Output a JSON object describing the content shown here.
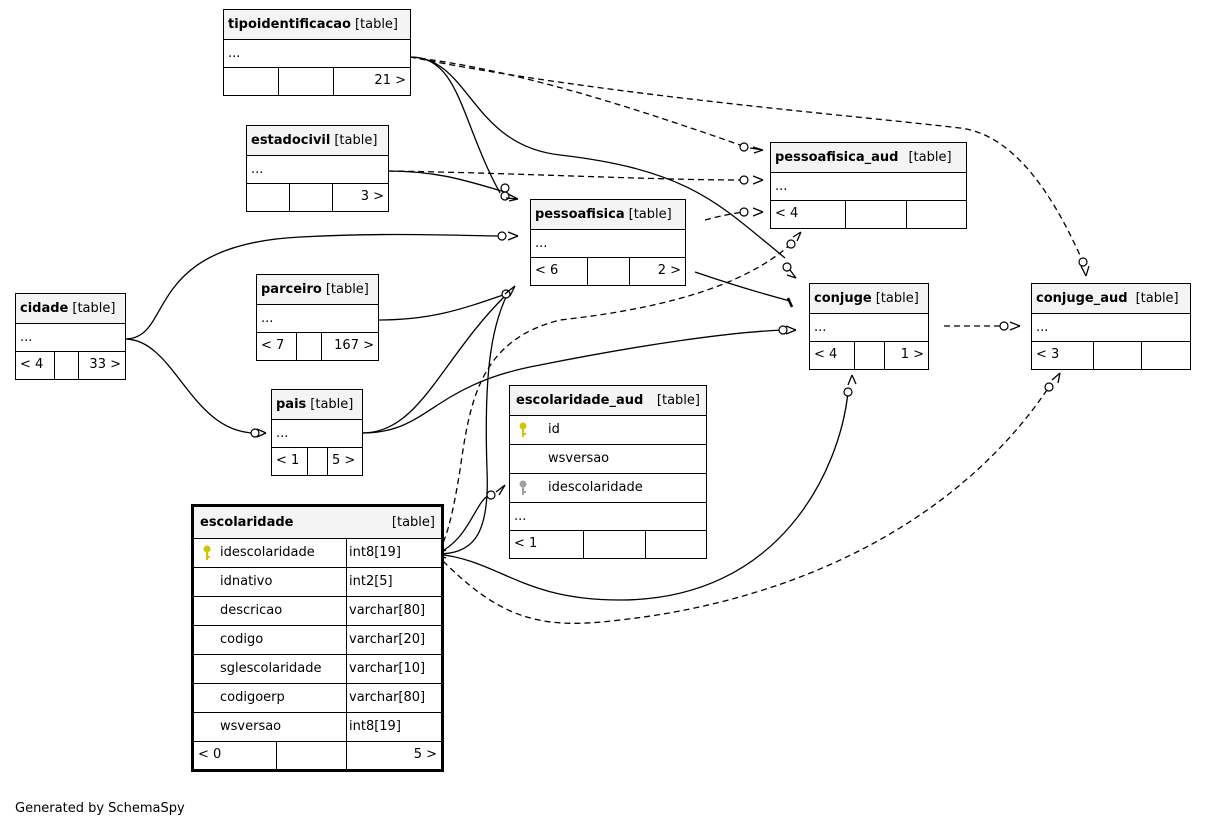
{
  "kind_label": "[table]",
  "tables": {
    "tipoidentificacao": {
      "name": "tipoidentificacao",
      "ellipsis": "...",
      "footer": [
        "",
        "",
        "21 >"
      ]
    },
    "estadocivil": {
      "name": "estadocivil",
      "ellipsis": "...",
      "footer": [
        "",
        "",
        "3 >"
      ]
    },
    "parceiro": {
      "name": "parceiro",
      "ellipsis": "...",
      "footer": [
        "< 7",
        "",
        "167 >"
      ]
    },
    "cidade": {
      "name": "cidade",
      "ellipsis": "...",
      "footer": [
        "< 4",
        "",
        "33 >"
      ]
    },
    "pais": {
      "name": "pais",
      "ellipsis": "...",
      "footer": [
        "< 1",
        "",
        "5 >"
      ]
    },
    "pessoafisica": {
      "name": "pessoafisica",
      "ellipsis": "...",
      "footer": [
        "< 6",
        "",
        "2 >"
      ]
    },
    "pessoafisica_aud": {
      "name": "pessoafisica_aud",
      "ellipsis": "...",
      "footer": [
        "< 4",
        "",
        ""
      ]
    },
    "conjuge": {
      "name": "conjuge",
      "ellipsis": "...",
      "footer": [
        "< 4",
        "",
        "1 >"
      ]
    },
    "conjuge_aud": {
      "name": "conjuge_aud",
      "ellipsis": "...",
      "footer": [
        "< 3",
        "",
        ""
      ]
    },
    "escolaridade_aud": {
      "name": "escolaridade_aud",
      "columns": [
        {
          "name": "id",
          "key": "primary"
        },
        {
          "name": "wsversao",
          "key": "none"
        },
        {
          "name": "idescolaridade",
          "key": "foreign"
        }
      ],
      "ellipsis": "...",
      "footer": [
        "< 1",
        "",
        ""
      ]
    },
    "escolaridade": {
      "name": "escolaridade",
      "columns": [
        {
          "name": "idescolaridade",
          "type": "int8[19]",
          "key": "primary"
        },
        {
          "name": "idnativo",
          "type": "int2[5]",
          "key": "none"
        },
        {
          "name": "descricao",
          "type": "varchar[80]",
          "key": "none"
        },
        {
          "name": "codigo",
          "type": "varchar[20]",
          "key": "none"
        },
        {
          "name": "sglescolaridade",
          "type": "varchar[10]",
          "key": "none"
        },
        {
          "name": "codigoerp",
          "type": "varchar[80]",
          "key": "none"
        },
        {
          "name": "wsversao",
          "type": "int8[19]",
          "key": "none"
        }
      ],
      "footer": [
        "< 0",
        "",
        "5 >"
      ]
    }
  },
  "colors": {
    "primary_key": "#d4c400",
    "foreign_key": "#a0a0a0",
    "line": "#000000",
    "header_bg": "#f4f4f4"
  },
  "generated_by": "Generated by SchemaSpy"
}
